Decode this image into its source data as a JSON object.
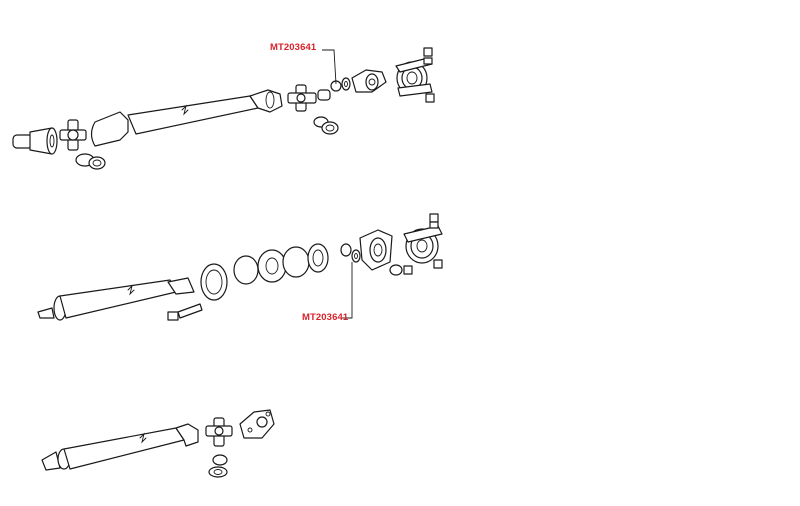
{
  "callouts": [
    {
      "id": "upper",
      "label": "MT203641"
    },
    {
      "id": "middle",
      "label": "MT203641"
    }
  ],
  "colors": {
    "label": "#d8222a",
    "line": "#1a1a1a",
    "background": "#ffffff"
  },
  "assemblies": [
    "propeller-shaft-top",
    "propeller-shaft-middle",
    "propeller-shaft-bottom"
  ]
}
